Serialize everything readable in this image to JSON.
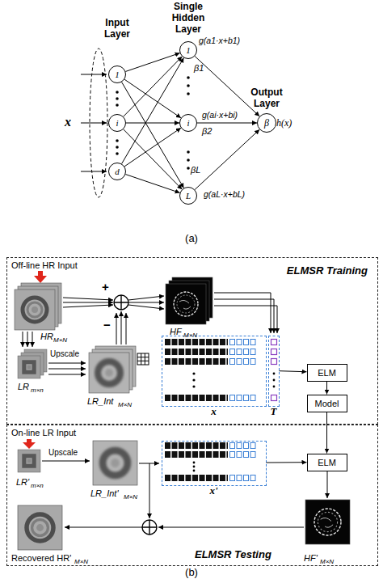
{
  "diagram": {
    "nodes": [
      {
        "text": [
          "1"
        ]
      },
      {
        "text": [
          "i"
        ]
      },
      {
        "text": [
          "d"
        ]
      },
      {
        "text": [
          "1"
        ]
      },
      {
        "text": [
          "i"
        ]
      },
      {
        "text": [
          "L"
        ]
      },
      {
        "text": [
          "β",
          "h(x)"
        ]
      },
      {
        "text": [
          "ELMSR Training"
        ]
      },
      {
        "text": [
          "x"
        ],
        "in": 7
      },
      {
        "text": [
          "T"
        ],
        "in": 7
      },
      {
        "text": [
          "ELM"
        ],
        "in": 7
      },
      {
        "text": [
          "Model"
        ],
        "in": 7
      },
      {
        "text": [
          "ELMSR Testing"
        ]
      },
      {
        "text": [
          "x'"
        ],
        "in": 12
      },
      {
        "text": [
          "ELM"
        ],
        "in": 12
      }
    ],
    "edges": [
      {
        "from": 0,
        "to": 3,
        "arrow": "to"
      },
      {
        "from": 0,
        "to": 4,
        "arrow": "to"
      },
      {
        "from": 0,
        "to": 5,
        "arrow": "to"
      },
      {
        "from": 1,
        "to": 3,
        "arrow": "to"
      },
      {
        "from": 1,
        "to": 4,
        "arrow": "to"
      },
      {
        "from": 1,
        "to": 5,
        "arrow": "to"
      },
      {
        "from": 2,
        "to": 3,
        "arrow": "to"
      },
      {
        "from": 2,
        "to": 4,
        "arrow": "to"
      },
      {
        "from": 2,
        "to": 5,
        "arrow": "to"
      },
      {
        "from": 3,
        "to": 6,
        "arrow": "to",
        "label": "g(a1·x+b1)"
      },
      {
        "from": 4,
        "to": 6,
        "arrow": "to",
        "label": "g(ai·x+bi)"
      },
      {
        "from": 5,
        "to": 6,
        "arrow": "to",
        "label": "g(aL·x+bL)"
      },
      {
        "from": 9,
        "to": 10,
        "arrow": "to"
      },
      {
        "from": 10,
        "to": 11,
        "arrow": "to"
      },
      {
        "from": 11,
        "to": 14,
        "arrow": "to"
      },
      {
        "from": 13,
        "to": 14,
        "arrow": "to"
      }
    ],
    "labels": [
      "Input Layer",
      "Single Hidden Layer",
      "Output Layer",
      "x",
      "β1",
      "β2",
      "βL",
      "(a)",
      "Off-line HR Input",
      "+",
      "HR",
      "M×N",
      "HF",
      "M×N",
      "−",
      "LR",
      "m×n",
      "Upscale",
      "LR_Int",
      "M×N",
      "On-line LR Input",
      "LR'",
      "m×n",
      "Upscale",
      "LR_Int'",
      "M×N",
      "Recovered HR'",
      "M×N",
      "HF'",
      "M×N",
      "(b)"
    ]
  }
}
